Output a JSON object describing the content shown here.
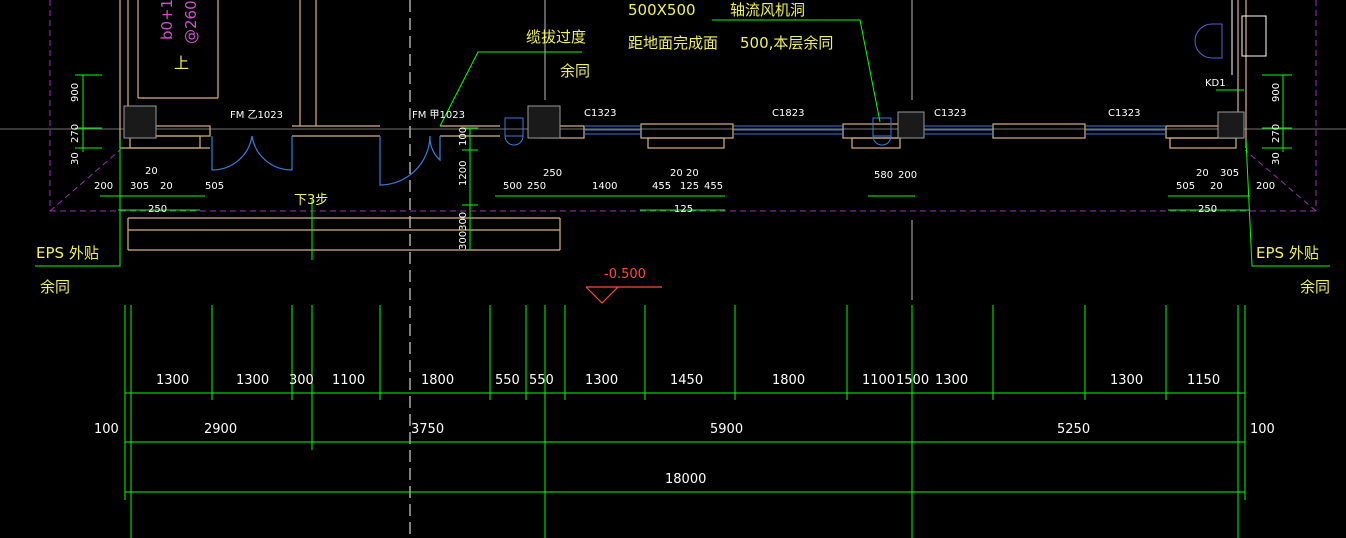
{
  "annotations": {
    "vent_size": "500X500",
    "vent_type": "轴流风机洞",
    "vent_height_label": "距地面完成面",
    "vent_height_value": "500,本层余同",
    "cable_label": "缆拔过度",
    "cable_rest": "余同",
    "eps_left": "EPS 外贴",
    "eps_left_rest": "余同",
    "eps_right": "EPS 外贴",
    "eps_right_rest": "余同",
    "stairs_up": "上",
    "stairs_down": "下3步",
    "stair_marks": "b0+1",
    "stair_spacing": "@260",
    "kd_label": "KD1",
    "elevation": "-0.500"
  },
  "doors": {
    "door_b": "FM 乙1023",
    "door_a": "FM 甲1023"
  },
  "windows": [
    "C1323",
    "C1823",
    "C1323",
    "C1323"
  ],
  "dims_wall": {
    "left_h": [
      "900",
      "270",
      "30"
    ],
    "right_h": [
      "900",
      "270",
      "30"
    ],
    "door_h": [
      "100",
      "1200",
      "300300"
    ],
    "left_bottom": [
      "200",
      "305",
      "20",
      "505",
      "250",
      "20"
    ],
    "mid_bottom_1": [
      "500",
      "250",
      "250",
      "1400"
    ],
    "mid_bottom_2": [
      "455",
      "125",
      "455",
      "125",
      "20",
      "20"
    ],
    "mid_bottom_3": [
      "580",
      "200"
    ],
    "right_bottom": [
      "505",
      "20",
      "305",
      "200",
      "250",
      "20"
    ]
  },
  "dims_row1": [
    "1300",
    "1300",
    "300",
    "1100",
    "1800",
    "550",
    "550",
    "1300",
    "1450",
    "1800",
    "1100",
    "1500",
    "1300",
    "1300",
    "1150"
  ],
  "dims_row2": [
    "100",
    "2900",
    "3750",
    "5900",
    "5250",
    "100"
  ],
  "dims_total": "18000",
  "colors": {
    "background": "#000000",
    "dimension_green": "#00ff00",
    "wall_tan": "#d8b47a",
    "door_blue": "#3a7ad8",
    "text_yellow": "#f2f25a",
    "elevation_red": "#ff4a3a",
    "magenta": "#d050d0",
    "eps_purple": "#9a2fb8"
  }
}
